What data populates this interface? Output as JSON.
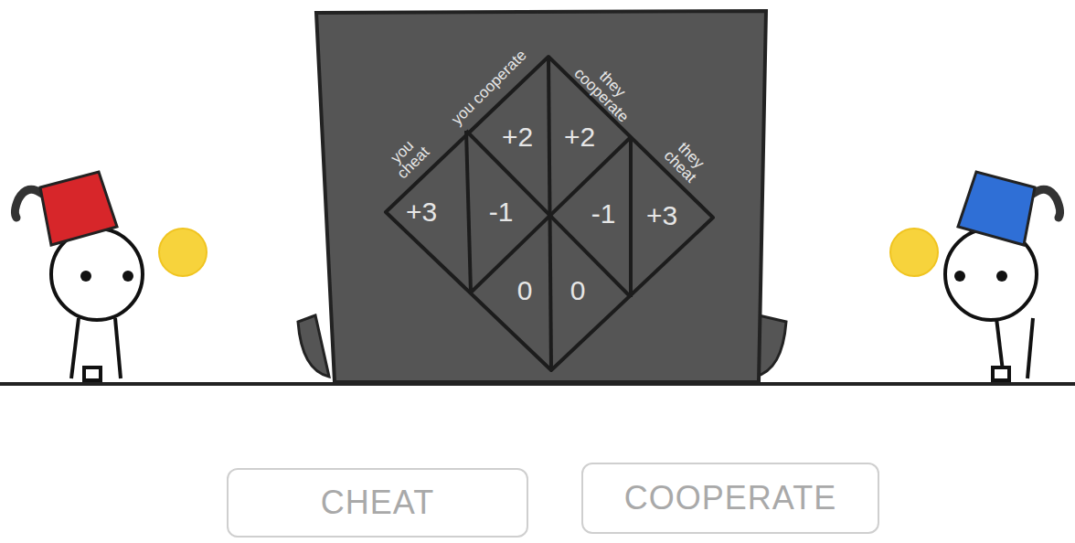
{
  "diagram": {
    "nodes": [
      {
        "text": [
          "CHEAT"
        ]
      },
      {
        "text": [
          "COOPERATE"
        ]
      }
    ],
    "labels": [
      "you cheat",
      "you cooperate",
      "they cooperate",
      "they cheat",
      "+3",
      "-1",
      "+2",
      "+2",
      "-1",
      "+3",
      "0",
      "0"
    ]
  }
}
